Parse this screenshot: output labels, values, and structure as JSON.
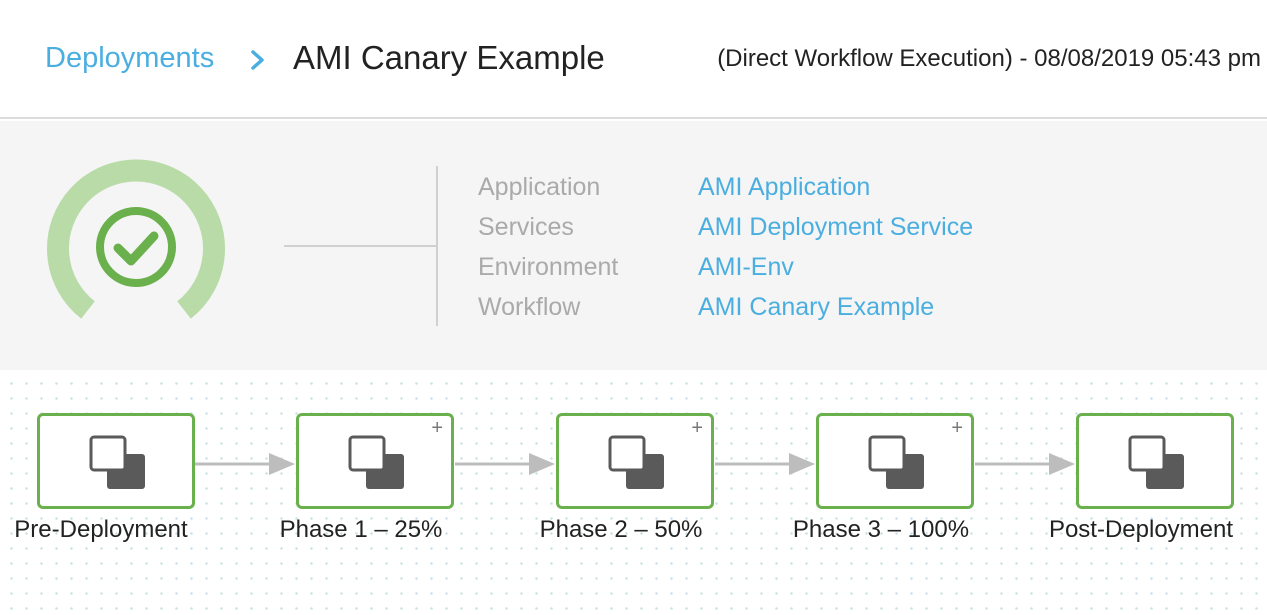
{
  "header": {
    "breadcrumb_root": "Deployments",
    "title": "AMI Canary Example",
    "execution_info": "(Direct Workflow Execution) - 08/08/2019 05:43 pm"
  },
  "status": {
    "state": "success",
    "icon": "check-circle-icon",
    "colors": {
      "ring": "#b8dba8",
      "check": "#6ab04c"
    }
  },
  "summary": {
    "rows": [
      {
        "label": "Application",
        "value": "AMI Application"
      },
      {
        "label": "Services",
        "value": "AMI Deployment Service"
      },
      {
        "label": "Environment",
        "value": "AMI-Env"
      },
      {
        "label": "Workflow",
        "value": "AMI Canary Example"
      }
    ]
  },
  "pipeline": {
    "stages": [
      {
        "label": "Pre-Deployment",
        "expandable": false
      },
      {
        "label": "Phase 1 – 25%",
        "expandable": true
      },
      {
        "label": "Phase 2 – 50%",
        "expandable": true
      },
      {
        "label": "Phase 3 – 100%",
        "expandable": true
      },
      {
        "label": "Post-Deployment",
        "expandable": false
      }
    ],
    "expand_symbol": "+",
    "stage_icon": "copy-stack-icon",
    "colors": {
      "border": "#6ab04c",
      "arrow": "#bdbdbd"
    }
  },
  "colors": {
    "link": "#4aaee0",
    "label": "#aaaaaa"
  }
}
